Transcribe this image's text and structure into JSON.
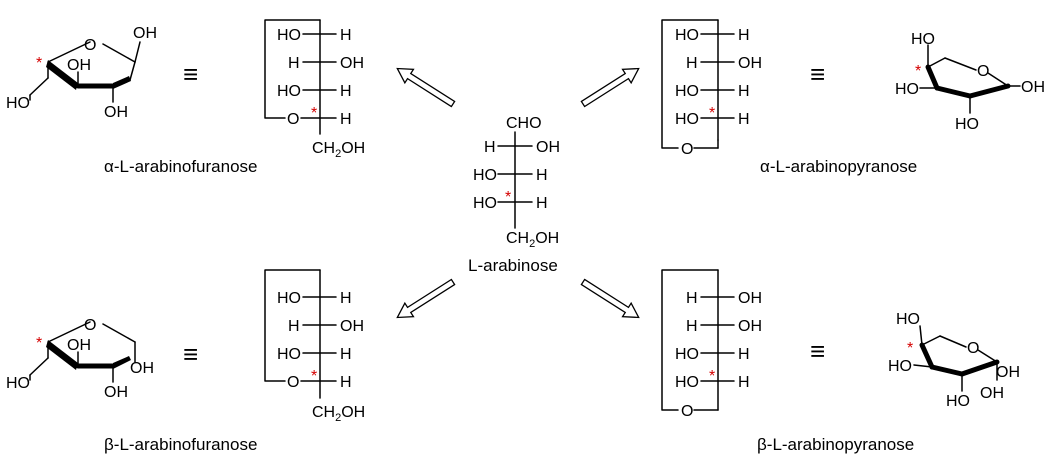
{
  "names": {
    "a_furanose": "α-L-arabinofuranose",
    "b_furanose": "β-L-arabinofuranose",
    "center": "L-arabinose",
    "a_pyranose": "α-L-arabinopyranose",
    "b_pyranose": "β-L-arabinopyranose"
  },
  "symbols": {
    "equiv": "≡",
    "star": "*",
    "ring_o": "O",
    "oh": "OH",
    "ho": "HO",
    "h": "H",
    "cho": "CHO",
    "ch2": "CH",
    "ch2_sub": "2",
    "ch2_oh": "OH"
  },
  "colors": {
    "stereocenter_star": "#d40000",
    "ink": "#000000",
    "background": "#ffffff"
  }
}
